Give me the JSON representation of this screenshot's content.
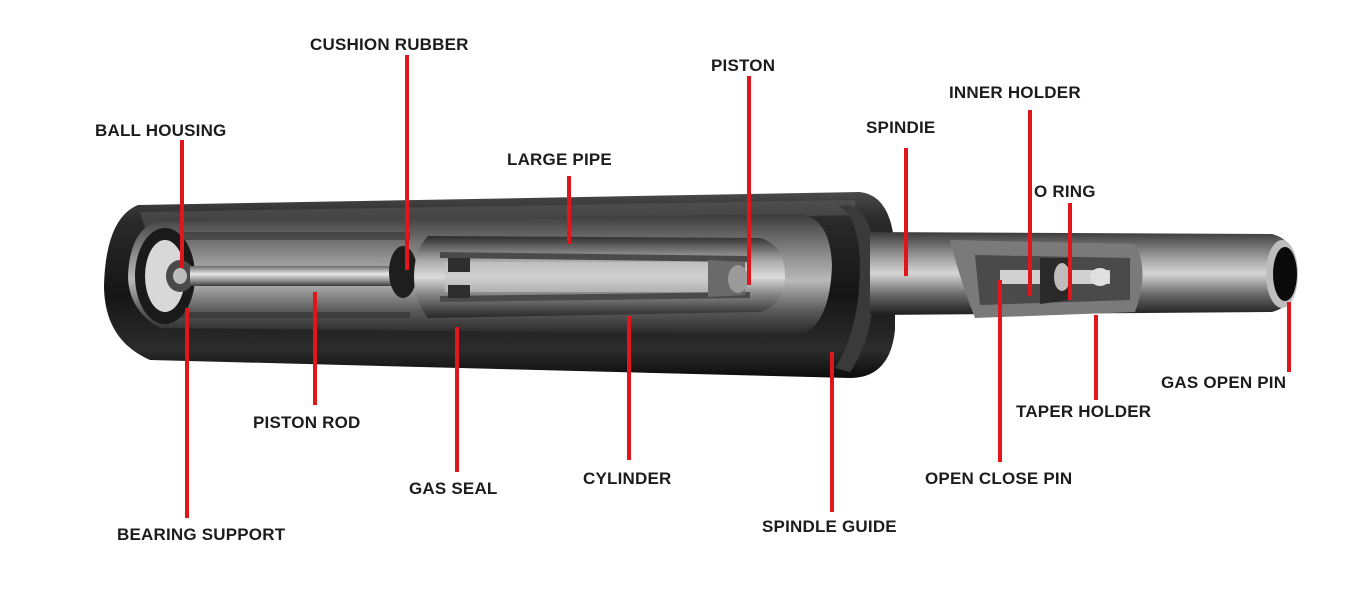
{
  "labels": {
    "cushion_rubber": "CUSHION RUBBER",
    "piston": "PISTON",
    "inner_holder": "INNER HOLDER",
    "ball_housing": "BALL HOUSING",
    "spindie": "SPINDIE",
    "large_pipe": "LARGE PIPE",
    "o_ring": "O RING",
    "gas_open_pin": "GAS OPEN PIN",
    "piston_rod": "PISTON ROD",
    "taper_holder": "TAPER HOLDER",
    "gas_seal": "GAS SEAL",
    "cylinder": "CYLINDER",
    "open_close_pin": "OPEN CLOSE PIN",
    "spindle_guide": "SPINDLE GUIDE",
    "bearing_support": "BEARING SUPPORT"
  },
  "colors": {
    "leader_line": "#e0161d",
    "label_text": "#1c1c1c"
  }
}
